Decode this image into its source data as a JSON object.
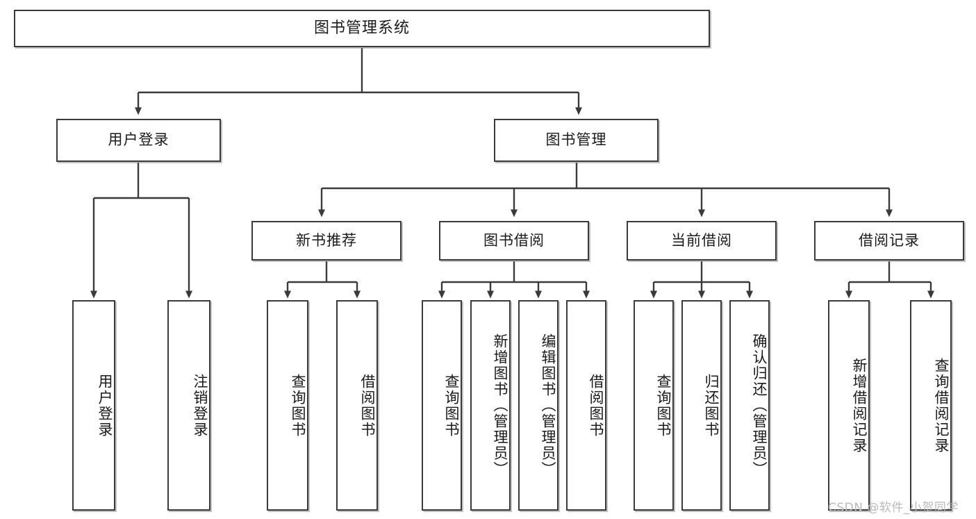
{
  "diagram": {
    "type": "tree",
    "title": "图书管理系统",
    "orientation": "top-down",
    "colors": {
      "box_border": "#3a3a3a",
      "box_fill": "#ffffff",
      "connector": "#3a3a3a",
      "text": "#1a1a1a",
      "watermark": "#b9b9b9"
    },
    "root": {
      "label": "图书管理系统"
    },
    "level2": [
      {
        "label": "用户登录"
      },
      {
        "label": "图书管理"
      }
    ],
    "level3": [
      {
        "label": "新书推荐"
      },
      {
        "label": "图书借阅"
      },
      {
        "label": "当前借阅"
      },
      {
        "label": "借阅记录"
      }
    ],
    "leaves": {
      "user_login": [
        {
          "label": "用户登录"
        },
        {
          "label": "注销登录"
        }
      ],
      "new_book": [
        {
          "label": "查询图书"
        },
        {
          "label": "借阅图书"
        }
      ],
      "book_borrow": [
        {
          "label": "查询图书"
        },
        {
          "label": "新增图书（管理员）"
        },
        {
          "label": "编辑图书（管理员）"
        },
        {
          "label": "借阅图书"
        }
      ],
      "current_borrow": [
        {
          "label": "查询图书"
        },
        {
          "label": "归还图书"
        },
        {
          "label": "确认归还（管理员）"
        }
      ],
      "borrow_record": [
        {
          "label": "新增借阅记录"
        },
        {
          "label": "查询借阅记录"
        }
      ]
    }
  },
  "watermark": {
    "text": "CSDN @软件_小贺同学"
  }
}
